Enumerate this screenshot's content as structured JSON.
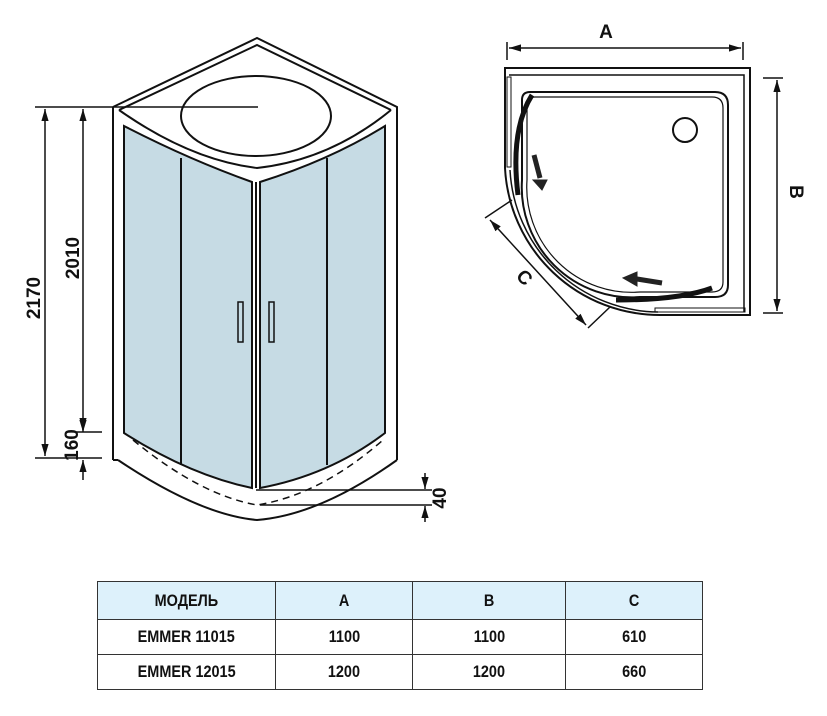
{
  "front_view": {
    "dimensions": {
      "total_height": "2170",
      "cabin_height": "2010",
      "tray_height": "160",
      "tray_depth": "40"
    },
    "glass_color": "#c6dbe4"
  },
  "plan_view": {
    "labels": {
      "a": "A",
      "b": "B",
      "c": "C"
    }
  },
  "table": {
    "headers": [
      "МОДЕЛЬ",
      "A",
      "B",
      "C"
    ],
    "rows": [
      [
        "EMMER 11015",
        "1100",
        "1100",
        "610"
      ],
      [
        "EMMER 12015",
        "1200",
        "1200",
        "660"
      ]
    ],
    "header_color": "#ddf1fb"
  }
}
